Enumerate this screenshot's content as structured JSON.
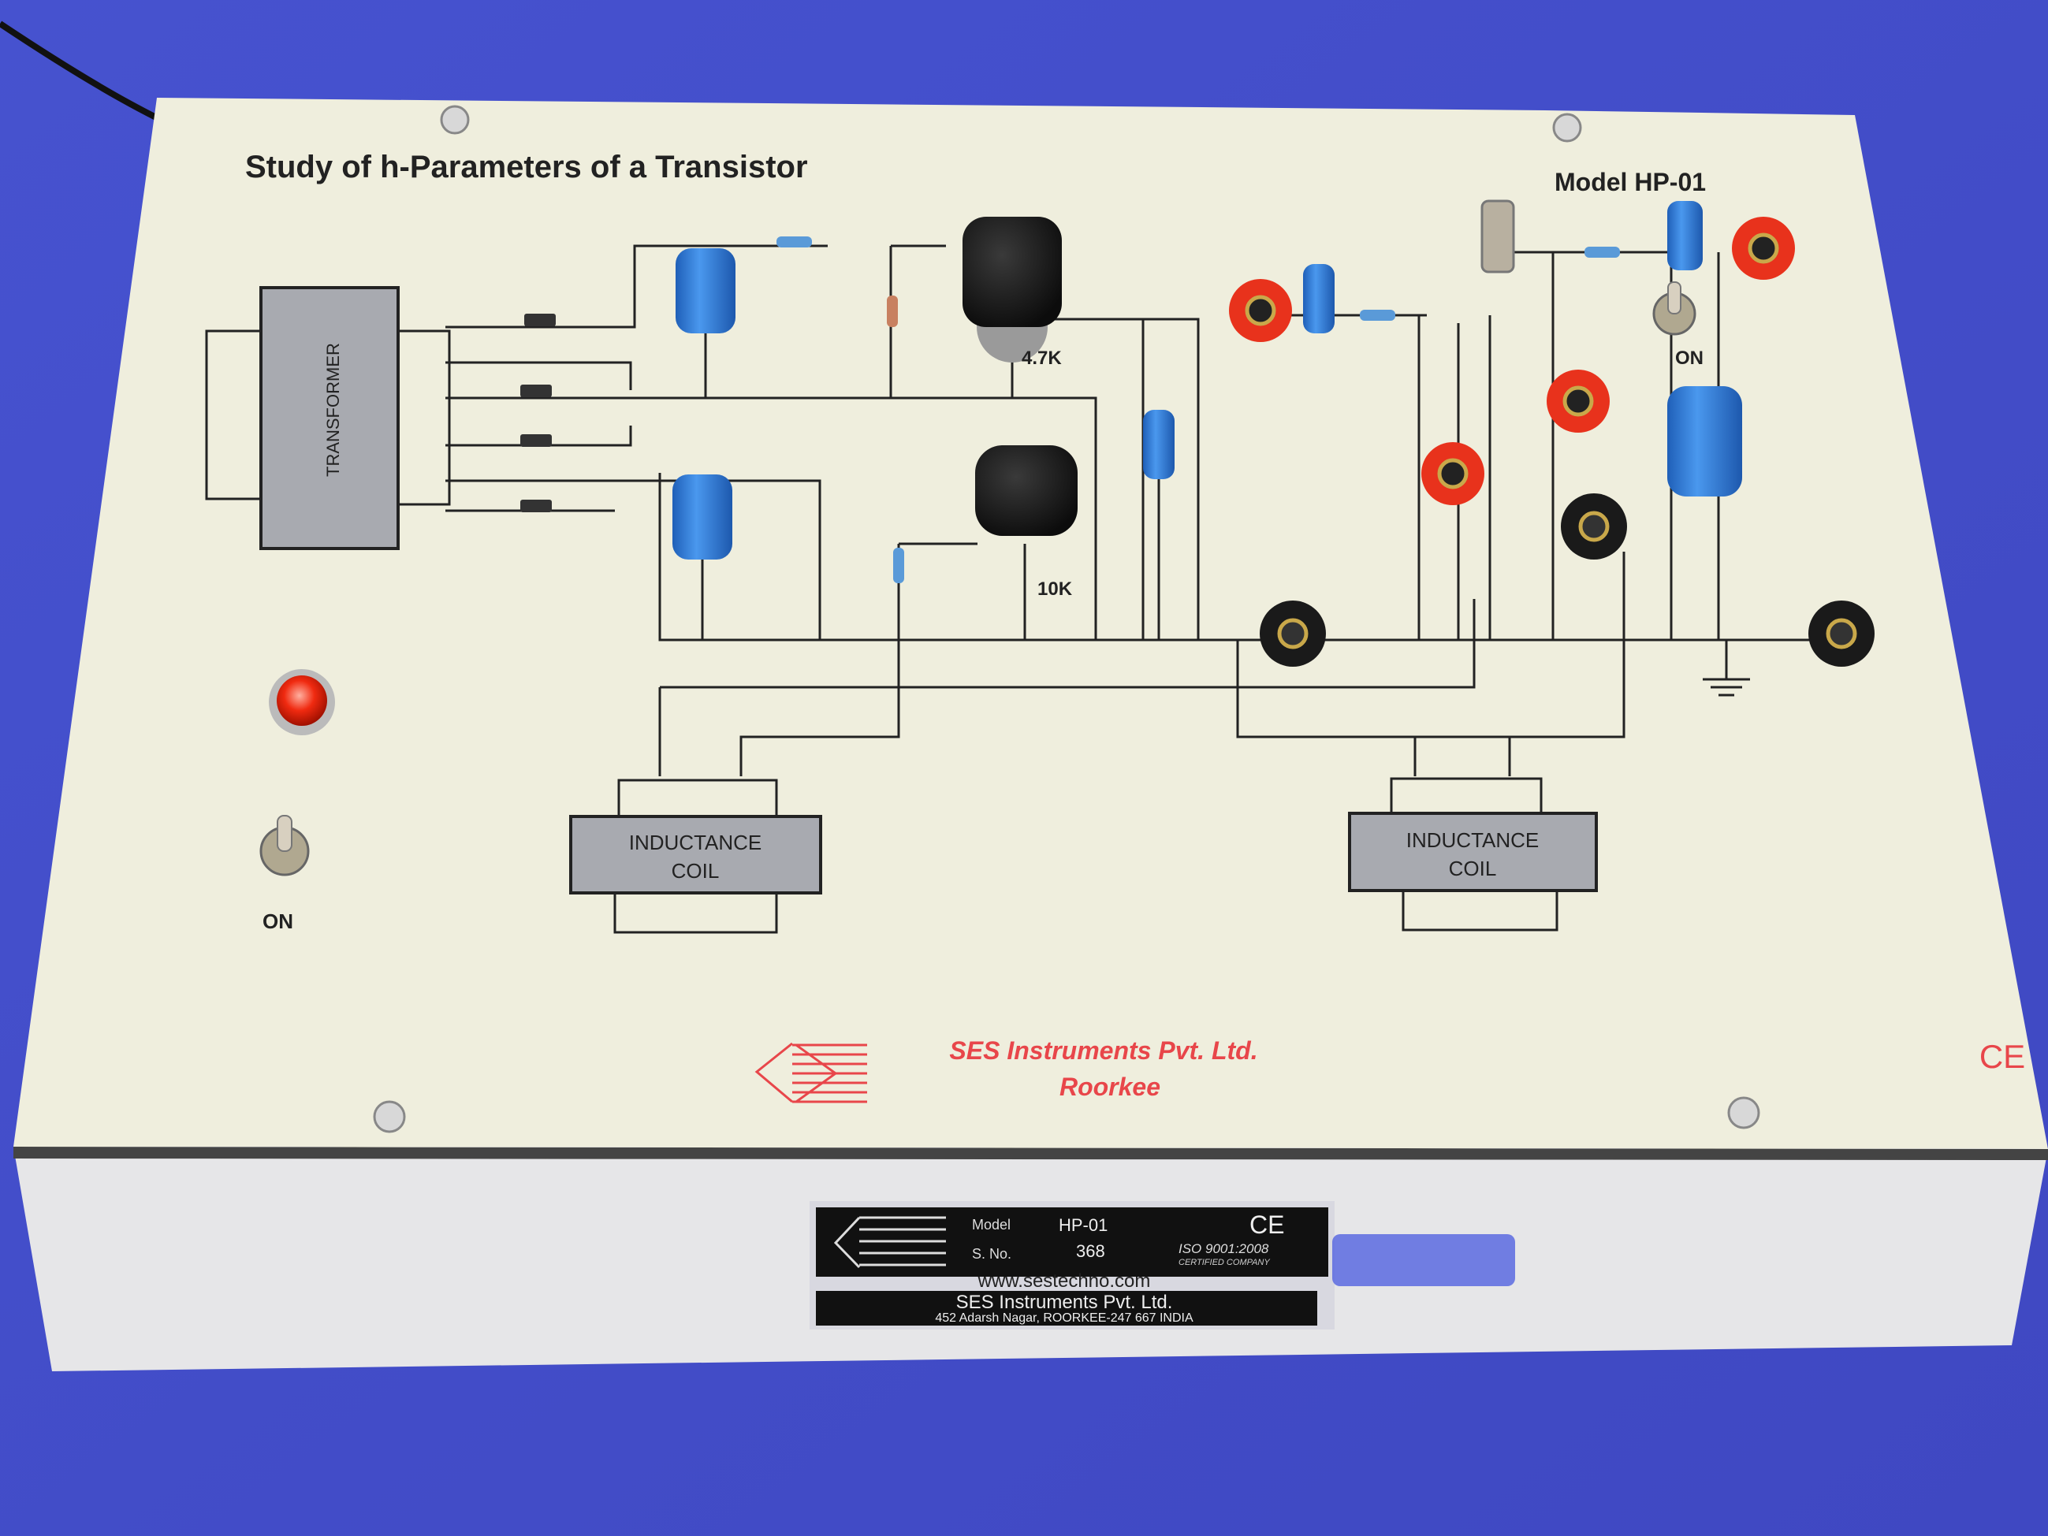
{
  "panel": {
    "title": "Study of h-Parameters of a Transistor",
    "model": "Model HP-01",
    "transformer_label": "TRANSFORMER",
    "coil_left_line1": "INDUCTANCE",
    "coil_left_line2": "COIL",
    "coil_right_line1": "INDUCTANCE",
    "coil_right_line2": "COIL",
    "pot1_label": "4.7K",
    "pot2_label": "10K",
    "power_switch_label": "ON",
    "switch2_label": "ON",
    "company": "SES Instruments Pvt. Ltd.",
    "city": "Roorkee",
    "ce_mark": "CE"
  },
  "nameplate": {
    "model_label": "Model",
    "model_value": "HP-01",
    "serial_label": "S. No.",
    "serial_value": "368",
    "ce_mark": "CE",
    "iso": "ISO 9001:2008",
    "certified": "CERTIFIED COMPANY",
    "website": "www.sestechno.com",
    "company": "SES Instruments Pvt. Ltd.",
    "address": "452 Adarsh Nagar, ROORKEE-247 667 INDIA"
  },
  "colors": {
    "background": "#4a55d0",
    "panel": "#efeedd",
    "red_jack": "#e8321c",
    "black_jack": "#1a1a1a",
    "capacitor": "#2f7fd8",
    "logo_red": "#e8464a"
  }
}
